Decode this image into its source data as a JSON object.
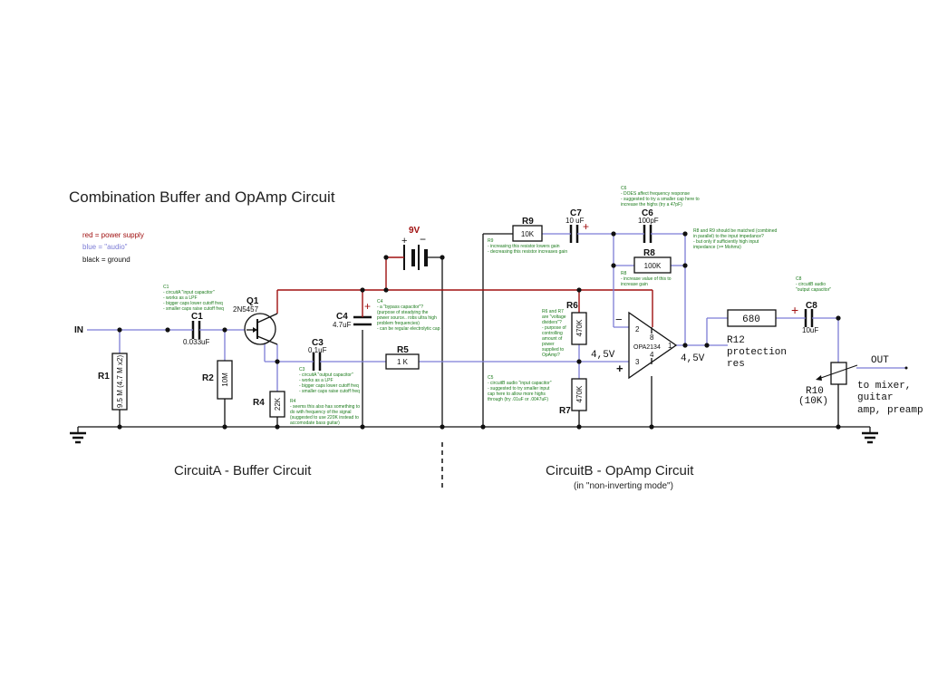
{
  "title": "Combination Buffer and OpAmp Circuit",
  "legend": {
    "red": "red = power supply",
    "blue": "blue = \"audio\"",
    "black": "black = ground",
    "red_color": "#a01010",
    "blue_color": "#7c7cd6",
    "black_color": "#111111"
  },
  "in_label": "IN",
  "battery_label": "9V",
  "components": {
    "r1": {
      "label": "R1",
      "value": "9.5 M (4.7 M x2)"
    },
    "r2": {
      "label": "R2",
      "value": "10M"
    },
    "c1": {
      "label": "C1",
      "value": "0.033uF"
    },
    "q1": {
      "label": "Q1",
      "value": "2N5457"
    },
    "r4": {
      "label": "R4",
      "value": "22K"
    },
    "c3": {
      "label": "C3",
      "value": "0.1uF"
    },
    "c4": {
      "label": "C4",
      "value": "4.7uF"
    },
    "r5": {
      "label": "R5",
      "value": "1 K"
    },
    "r9": {
      "label": "R9",
      "value": "10K"
    },
    "c7": {
      "label": "C7",
      "value": "10 uF"
    },
    "c6": {
      "label": "C6",
      "value": "100pF"
    },
    "r8": {
      "label": "R8",
      "value": "100K"
    },
    "r6": {
      "label": "R6",
      "value": "470K"
    },
    "r7": {
      "label": "R7",
      "value": "470K"
    },
    "opamp": {
      "value": "OPA2134",
      "pin2": "2",
      "pin3": "3",
      "pin8": "8",
      "pin4": "4",
      "pin1": "1",
      "minus": "−",
      "plus": "+"
    },
    "r12": {
      "value": "680",
      "desc1": "R12",
      "desc2": "protection",
      "desc3": "res"
    },
    "c8": {
      "label": "C8",
      "value": "10uF"
    },
    "r10": {
      "label": "R10",
      "value": "(10K)"
    }
  },
  "voltages": {
    "v1": "4,5V",
    "v2": "4,5V"
  },
  "out_label": "OUT",
  "out_desc": [
    "to mixer,",
    "guitar",
    "amp, preamp"
  ],
  "sections": {
    "a": "CircuitA - Buffer Circuit",
    "b": "CircuitB - OpAmp Circuit",
    "b_sub": "(in \"non-inverting mode\")"
  },
  "notes": {
    "c1": [
      "C1",
      "- circuitA \"input capacitor\"",
      "- works as a LPF",
      "- bigger caps lower cutoff freq",
      "- smaller caps raise cutoff freq"
    ],
    "c4": [
      "C4",
      "- a \"bypass capacitor\"?",
      "(purpose of steadying the",
      "power source.. robs ultra high",
      "problem frequencies)",
      "- can be regular electrolytic cap"
    ],
    "c3": [
      "C3",
      "- circuitA \"output capacitor\"",
      "- works as a LPF",
      "- bigger caps lower cutoff freq",
      "- smaller caps raise cutoff freq"
    ],
    "r4": [
      "R4",
      "- seems this also has something to",
      "do with frequency of the signal",
      "(suggested to use 220K instead to",
      "accomodate bass guitar)"
    ],
    "r9": [
      "R9",
      "- increasing this resistor lowers gain",
      "- decreasing this resistor increases gain"
    ],
    "c6": [
      "C6",
      "- DOES affect frequency response",
      "- suggested to try a smaller cap here to",
      "increase the highs (try a 47pF)"
    ],
    "r8": [
      "R8",
      "- increase value of this to",
      "increase gain"
    ],
    "r8r9": [
      "R8 and R9 should be matched (combined",
      "in parallel) to the input impedance?",
      "- but only if sufficiently high input",
      "impedance (>= Mohms)"
    ],
    "r6r7": [
      "R6 and R7",
      "are \"voltage",
      "dividers\"?",
      "- purpose of",
      "controlling",
      "amount of",
      "power",
      "supplied to",
      "OpAmp?"
    ],
    "c5": [
      "C5",
      "- circuitB audio \"input capacitor\"",
      "- suggested to try smaller input",
      "cap here to allow more highs",
      "through (try .01uF or .0047uF)"
    ],
    "c8": [
      "C8",
      "- circuitB audio",
      "\"output capacitor\""
    ]
  }
}
